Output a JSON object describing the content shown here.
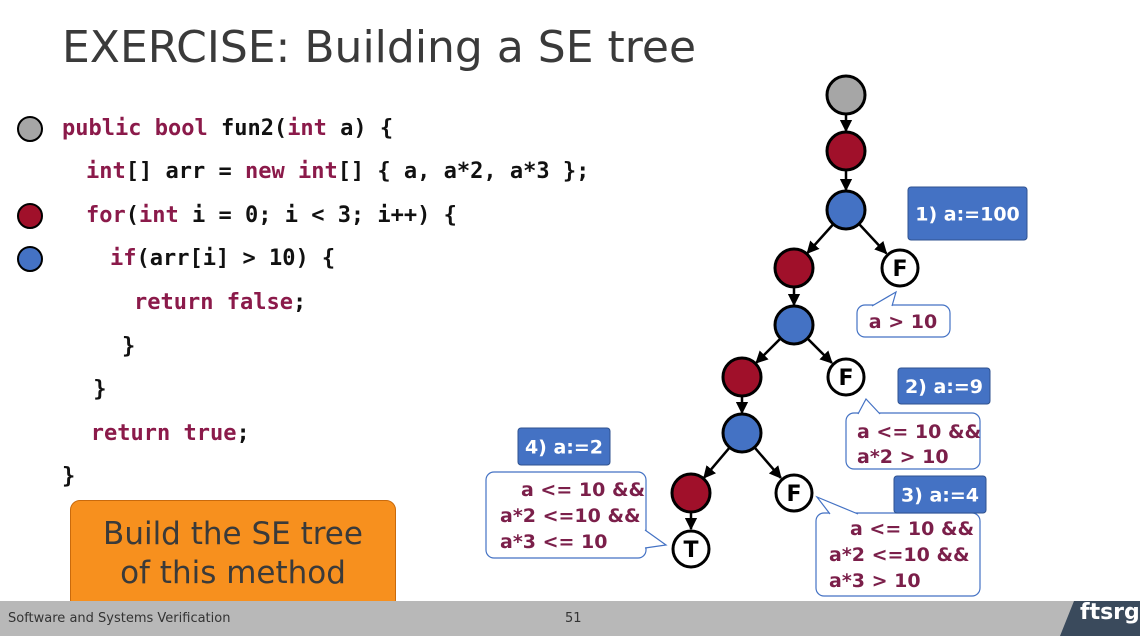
{
  "slide": {
    "title": "EXERCISE: Building a SE tree",
    "callout": [
      "Build the SE tree",
      "of this method"
    ],
    "footer_left": "Software and Systems Verification",
    "page_number": "51",
    "logo": "ftsrg"
  },
  "code_lines": [
    {
      "indent": 0,
      "mark": "gray",
      "parts": [
        {
          "t": "public bool ",
          "k": true
        },
        {
          "t": "fun2(",
          "k": false
        },
        {
          "t": "int",
          "k": true
        },
        {
          "t": " a) {",
          "k": false
        }
      ]
    },
    {
      "indent": 1,
      "mark": "",
      "parts": [
        {
          "t": "int",
          "k": true
        },
        {
          "t": "[] arr = ",
          "k": false
        },
        {
          "t": "new int",
          "k": true
        },
        {
          "t": "[] { a, a*2, a*3 };",
          "k": false
        }
      ]
    },
    {
      "indent": 1,
      "mark": "red",
      "parts": [
        {
          "t": "for",
          "k": true
        },
        {
          "t": "(",
          "k": false
        },
        {
          "t": "int",
          "k": true
        },
        {
          "t": " i = 0; i < 3; i++) {",
          "k": false
        }
      ]
    },
    {
      "indent": 2,
      "mark": "blue",
      "parts": [
        {
          "t": "if",
          "k": true
        },
        {
          "t": "(arr[i] > 10) {",
          "k": false
        }
      ]
    },
    {
      "indent": 3,
      "mark": "",
      "parts": [
        {
          "t": "return false",
          "k": true
        },
        {
          "t": ";",
          "k": false
        }
      ]
    },
    {
      "indent": 2.5,
      "mark": "",
      "parts": [
        {
          "t": "}",
          "k": false
        }
      ]
    },
    {
      "indent": 1.3,
      "mark": "",
      "parts": [
        {
          "t": "}",
          "k": false
        }
      ]
    },
    {
      "indent": 1.2,
      "mark": "",
      "parts": [
        {
          "t": "return true",
          "k": true
        },
        {
          "t": ";",
          "k": false
        }
      ]
    },
    {
      "indent": 0,
      "mark": "",
      "parts": [
        {
          "t": "}",
          "k": false
        }
      ]
    }
  ],
  "tree": {
    "leaf_labels": {
      "false": "F",
      "true": "T"
    },
    "test_labels": [
      "1) a:=100",
      "2) a:=9",
      "3) a:=4",
      "4) a:=2"
    ],
    "conditions": [
      [
        "a > 10"
      ],
      [
        "a <= 10 &&",
        "a*2 > 10"
      ],
      [
        "a <= 10 &&",
        "a*2 <=10 &&",
        "a*3 > 10"
      ],
      [
        "a <= 10 &&",
        "a*2 <=10 &&",
        "a*3 <= 10"
      ]
    ]
  },
  "colors": {
    "keyword": "#8b1a4a",
    "gray_node": "#a6a6a6",
    "red_node": "#a0102a",
    "blue_node": "#4472c4",
    "label_box": "#4472c4",
    "callout": "#f7901e",
    "condition_text": "#7b1f4a"
  }
}
